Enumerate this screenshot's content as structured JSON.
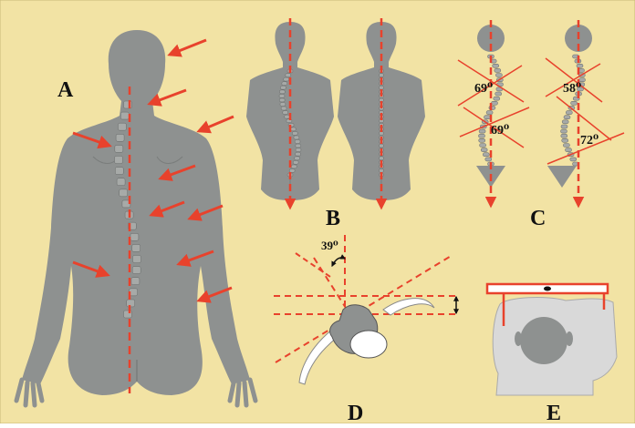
{
  "panels": {
    "a": {
      "label": "A"
    },
    "b": {
      "label": "B"
    },
    "c": {
      "label": "C",
      "left_angles": [
        "69⁰",
        "69⁰"
      ],
      "right_angles": [
        "58⁰",
        "72⁰"
      ]
    },
    "d": {
      "label": "D",
      "angle": "39⁰"
    },
    "e": {
      "label": "E"
    }
  },
  "colors": {
    "background": "#f2e3a4",
    "figure": "#8e9190",
    "vertebra": "#a7aaa8",
    "accent": "#e8422c",
    "light_figure": "#d9d9d9",
    "dark": "#1a1a1a"
  }
}
